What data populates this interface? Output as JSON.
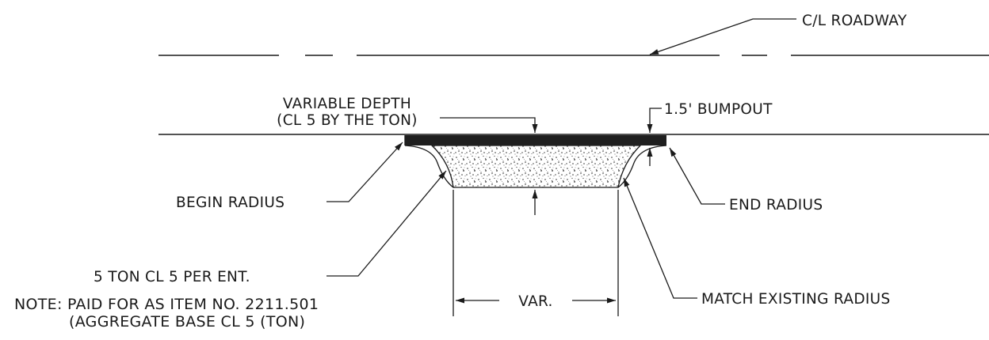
{
  "labels": {
    "centerline": "C/L ROADWAY",
    "variable_depth_1": "VARIABLE DEPTH",
    "variable_depth_2": "(CL 5 BY THE TON)",
    "bumpout": "1.5' BUMPOUT",
    "begin_radius": "BEGIN RADIUS",
    "end_radius": "END RADIUS",
    "five_ton": "5 TON CL 5 PER ENT.",
    "match_existing": "MATCH EXISTING RADIUS",
    "var": "VAR."
  },
  "note": {
    "line1": "NOTE: PAID FOR AS ITEM NO. 2211.501",
    "line2": "(AGGREGATE BASE CL 5 (TON)"
  }
}
